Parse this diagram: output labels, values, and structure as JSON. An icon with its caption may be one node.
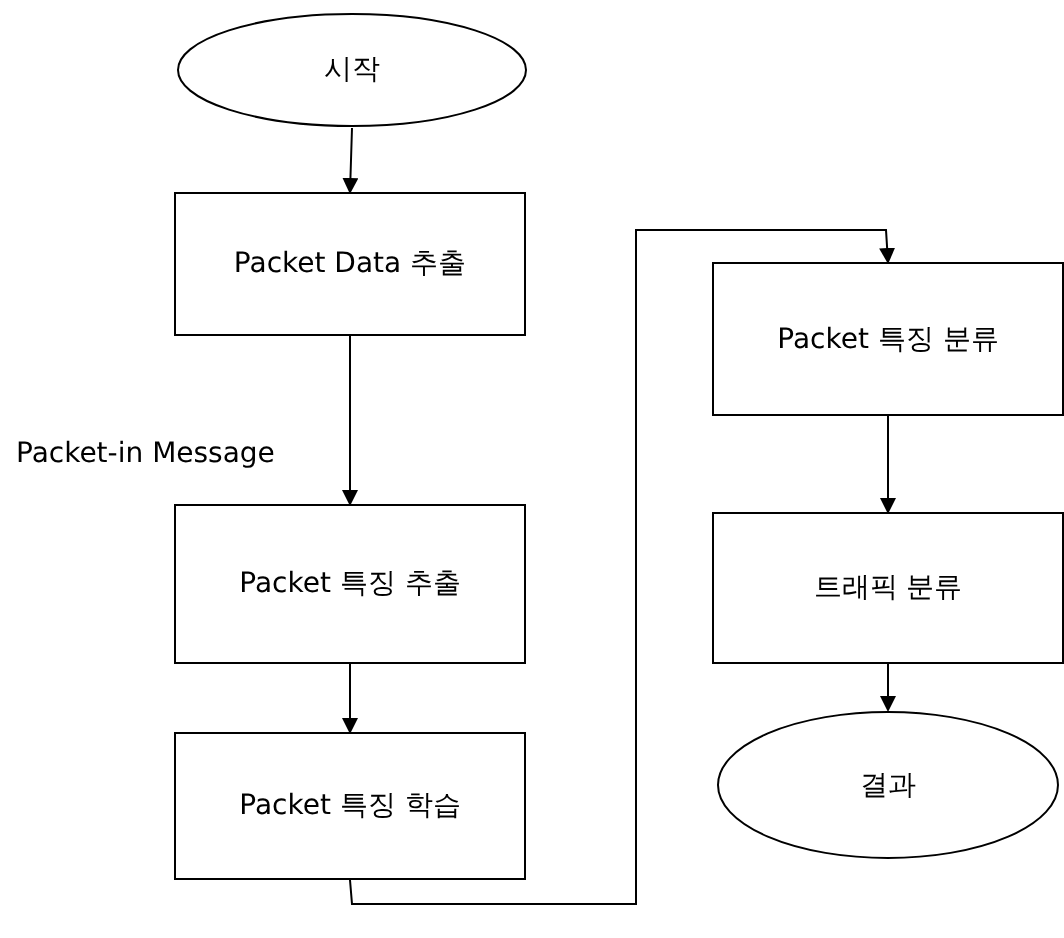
{
  "diagram": {
    "nodes": [
      {
        "text": [
          "시작"
        ]
      },
      {
        "text": [
          "Packet Data 추출"
        ]
      },
      {
        "text": [
          "Packet 특징 추출"
        ]
      },
      {
        "text": [
          "Packet 특징 학습"
        ]
      },
      {
        "text": [
          "Packet 특징 분류"
        ]
      },
      {
        "text": [
          "트래픽 분류"
        ]
      },
      {
        "text": [
          "결과"
        ]
      }
    ],
    "edges": [
      {
        "from": 0,
        "to": 1,
        "arrow": "to"
      },
      {
        "from": 1,
        "to": 2,
        "arrow": "to",
        "label": "Packet-in Message"
      },
      {
        "from": 2,
        "to": 3,
        "arrow": "to"
      },
      {
        "from": 3,
        "to": 4,
        "arrow": "to"
      },
      {
        "from": 4,
        "to": 5,
        "arrow": "to"
      },
      {
        "from": 5,
        "to": 6,
        "arrow": "to"
      }
    ]
  }
}
